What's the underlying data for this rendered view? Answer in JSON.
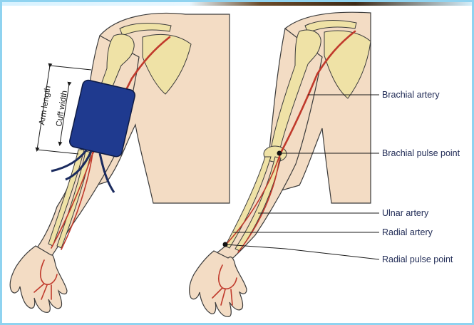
{
  "measure": {
    "arm_length": "Arm length",
    "cuff_width": "Cuff width"
  },
  "labels": {
    "brachial_artery": "Brachial artery",
    "brachial_pulse_point": "Brachial pulse point",
    "ulnar_artery": "Ulnar artery",
    "radial_artery": "Radial artery",
    "radial_pulse_point": "Radial pulse point"
  },
  "colors": {
    "skin": "#f3dcc4",
    "skin_outline": "#3b3b3b",
    "bone": "#efe2a6",
    "artery": "#c0392b",
    "cuff": "#1f3a8f",
    "frame": "#8fd3f0"
  }
}
